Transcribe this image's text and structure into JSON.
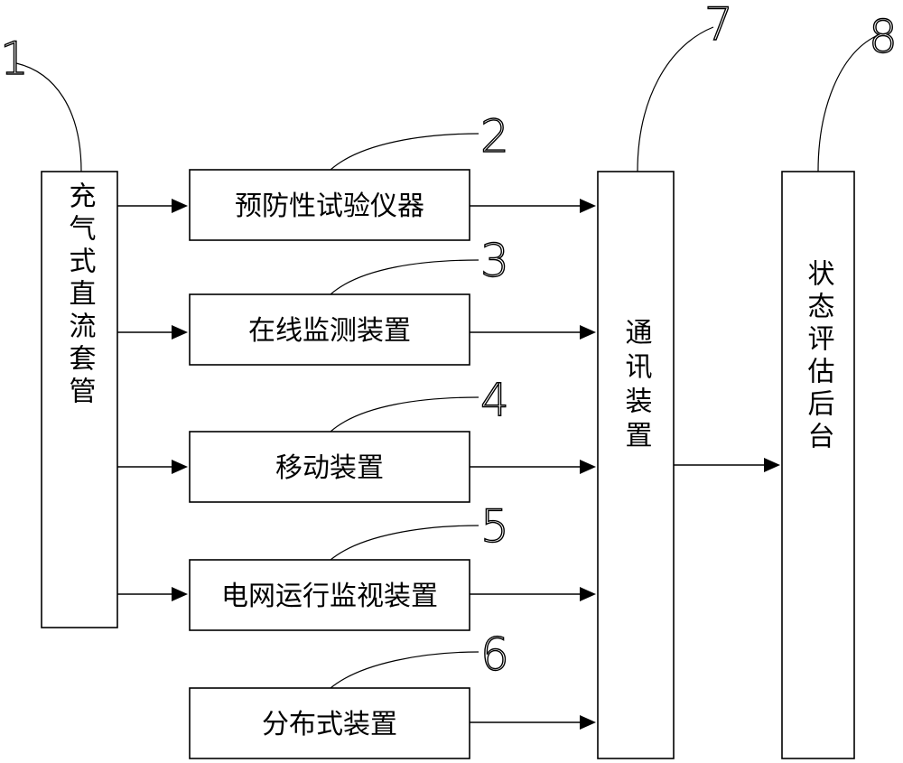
{
  "source": {
    "label": "充气式直流套管",
    "ref": "1"
  },
  "devices": [
    {
      "label": "预防性试验仪器",
      "ref": "2"
    },
    {
      "label": "在线监测装置",
      "ref": "3"
    },
    {
      "label": "移动装置",
      "ref": "4"
    },
    {
      "label": "电网运行监视装置",
      "ref": "5"
    },
    {
      "label": "分布式装置",
      "ref": "6"
    }
  ],
  "comm": {
    "label": "通讯装置",
    "ref": "7"
  },
  "backend": {
    "label": "状态评估后台",
    "ref": "8"
  }
}
